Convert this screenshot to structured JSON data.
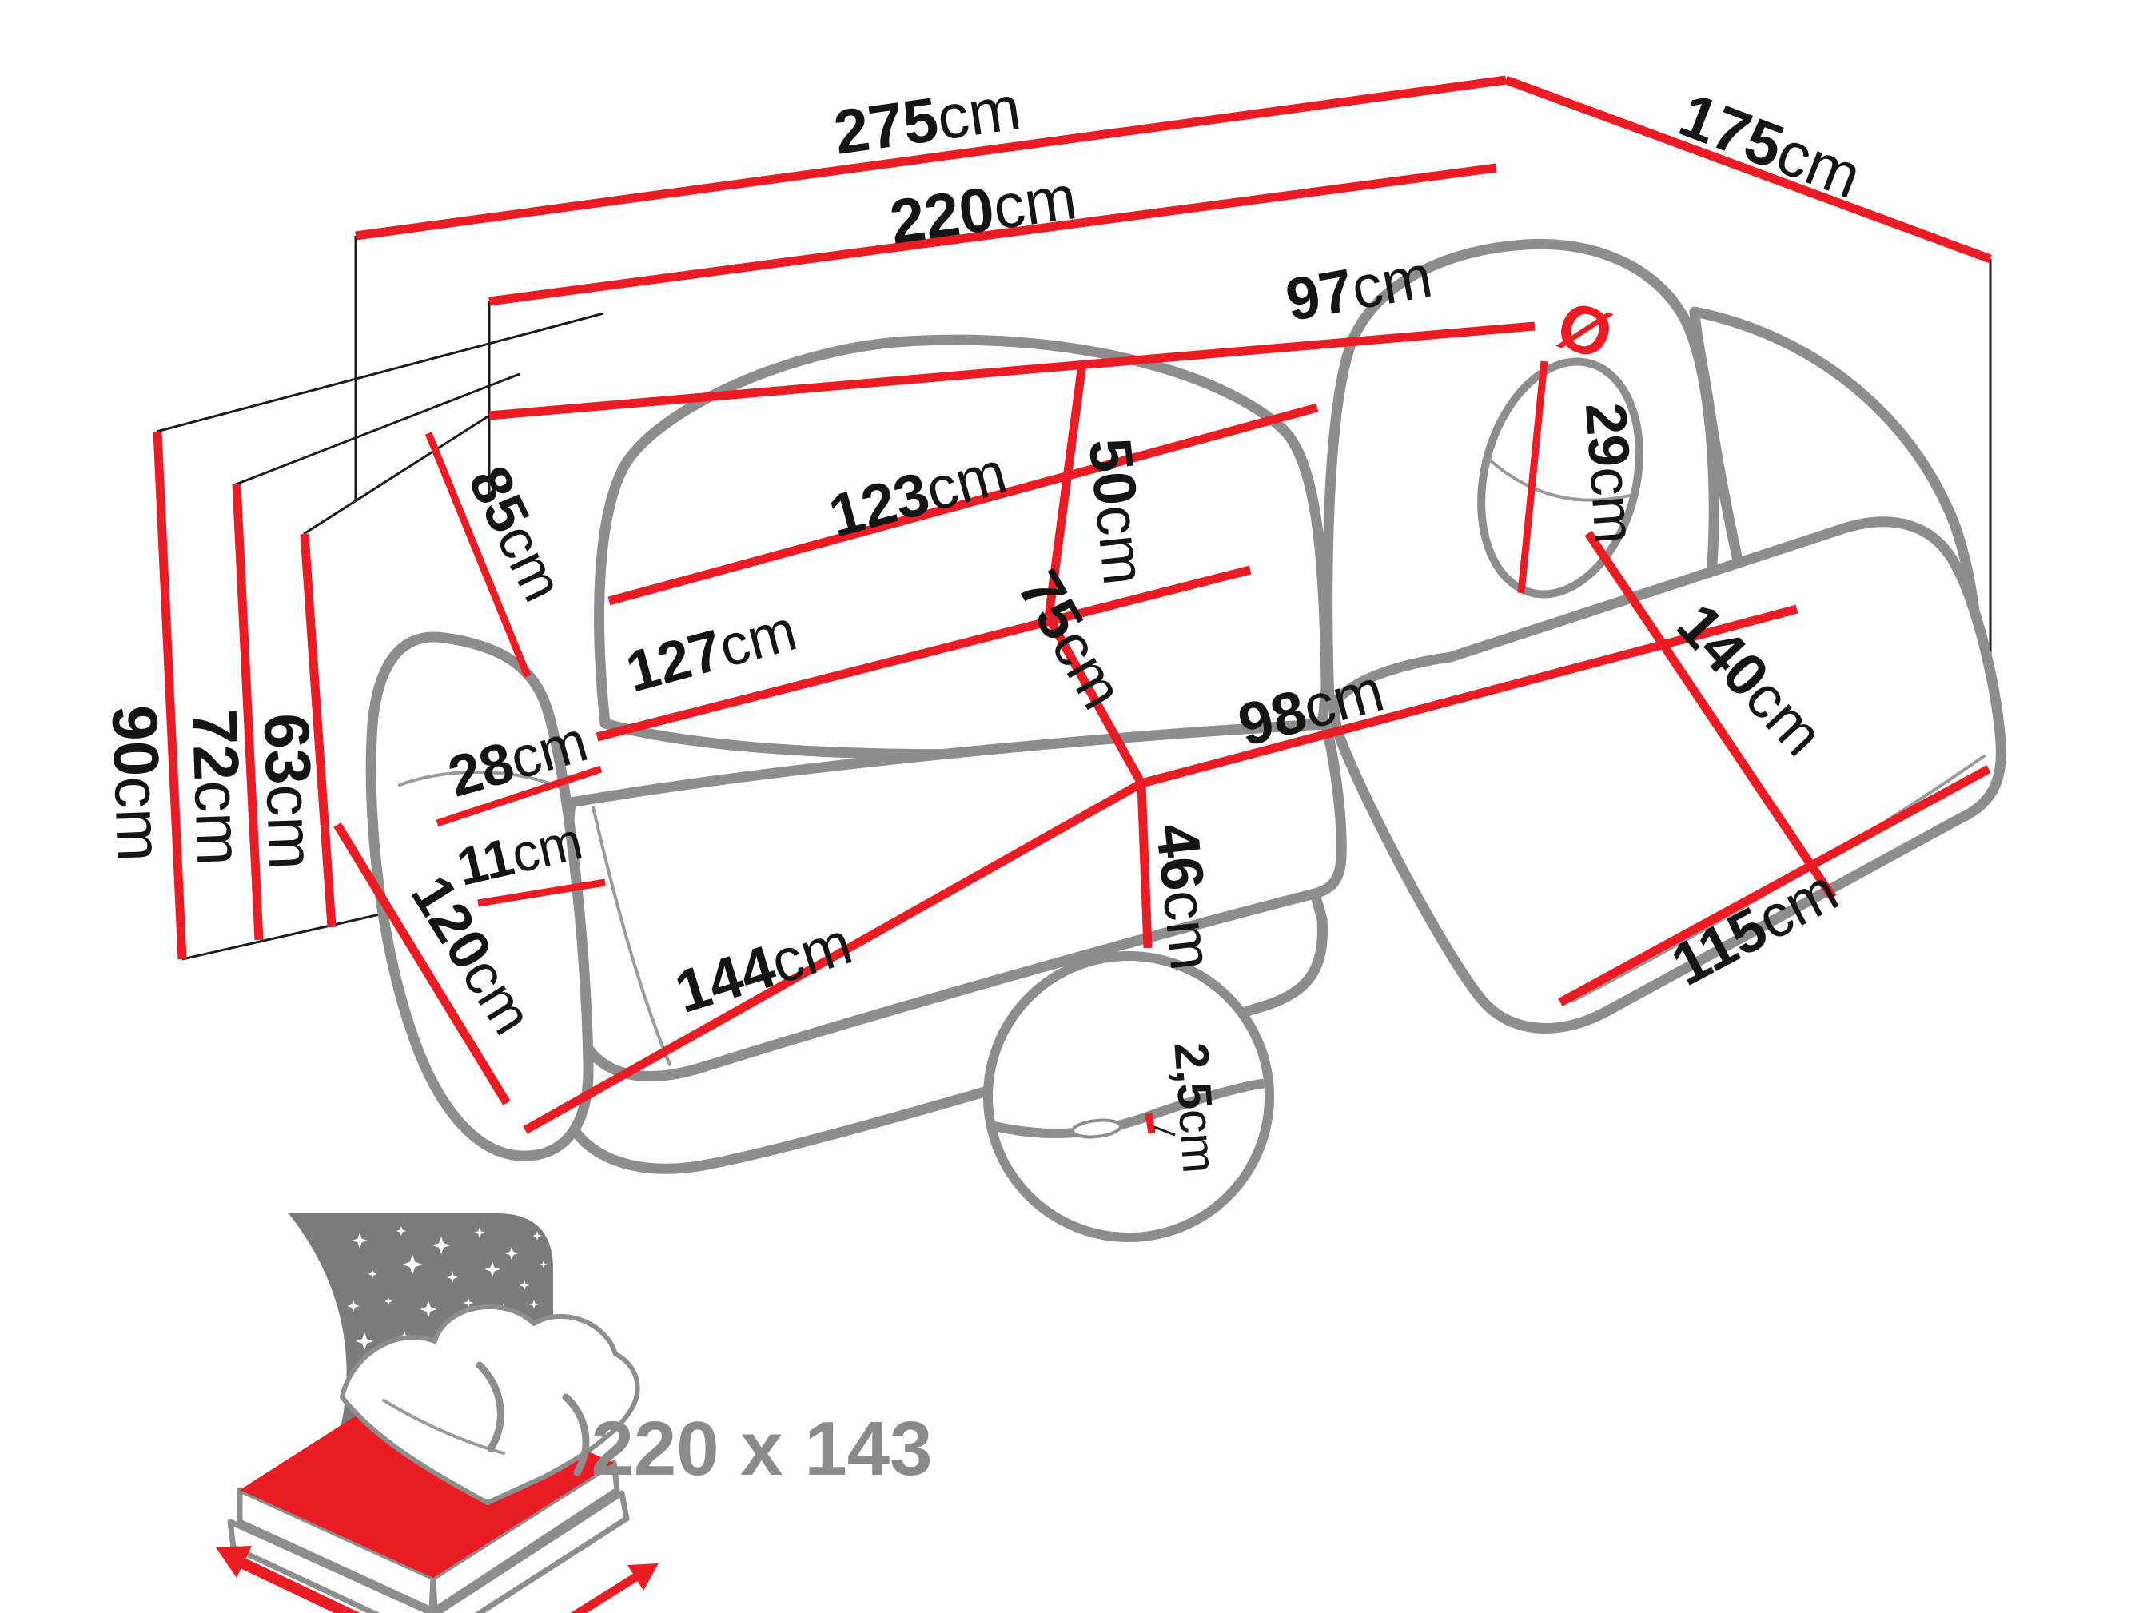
{
  "diagram": {
    "kind": "corner-sofa dimension drawing",
    "unit": "cm",
    "colors": {
      "dimension_line": "#ec1c24",
      "sofa_outline": "#8d8d8d",
      "label_text": "#151515",
      "sleeping_badge_text": "#8a8a8a",
      "bed_icon_panel": "#7b7b7b"
    },
    "dims": {
      "w275": {
        "num": "275",
        "unit": "cm"
      },
      "w220": {
        "num": "220",
        "unit": "cm"
      },
      "d175": {
        "num": "175",
        "unit": "cm"
      },
      "w123": {
        "num": "123",
        "unit": "cm"
      },
      "w97": {
        "num": "97",
        "unit": "cm"
      },
      "h50": {
        "num": "50",
        "unit": "cm"
      },
      "dia29": {
        "num": "29",
        "unit": "cm"
      },
      "diameter_symbol": "Ø",
      "w85": {
        "num": "85",
        "unit": "cm"
      },
      "w28": {
        "num": "28",
        "unit": "cm"
      },
      "w127": {
        "num": "127",
        "unit": "cm"
      },
      "d75": {
        "num": "75",
        "unit": "cm"
      },
      "w98": {
        "num": "98",
        "unit": "cm"
      },
      "l140": {
        "num": "140",
        "unit": "cm"
      },
      "w115": {
        "num": "115",
        "unit": "cm"
      },
      "w144": {
        "num": "144",
        "unit": "cm"
      },
      "h46": {
        "num": "46",
        "unit": "cm"
      },
      "h11": {
        "num": "11",
        "unit": "cm"
      },
      "l120": {
        "num": "120",
        "unit": "cm"
      },
      "h90": {
        "num": "90",
        "unit": "cm"
      },
      "h72": {
        "num": "72",
        "unit": "cm"
      },
      "h63": {
        "num": "63",
        "unit": "cm"
      },
      "t2_5": {
        "num": "2,5",
        "unit": "cm"
      },
      "sleeping_area": "220 x 143"
    }
  }
}
